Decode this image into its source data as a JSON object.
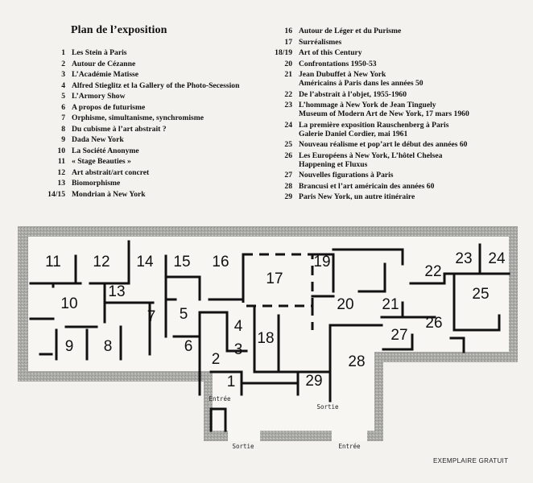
{
  "title": "Plan de l’exposition",
  "legend_left": [
    {
      "num": "1",
      "label": "Les Stein à Paris"
    },
    {
      "num": "2",
      "label": "Autour de Cézanne"
    },
    {
      "num": "3",
      "label": "L’Académie Matisse"
    },
    {
      "num": "4",
      "label": "Alfred Stieglitz et la Gallery of the Photo-Secession"
    },
    {
      "num": "5",
      "label": "L’Armory Show"
    },
    {
      "num": "6",
      "label": "A propos de futurisme"
    },
    {
      "num": "7",
      "label": "Orphisme, simultanisme, synchromisme"
    },
    {
      "num": "8",
      "label": "Du cubisme à l’art abstrait ?"
    },
    {
      "num": "9",
      "label": "Dada New York"
    },
    {
      "num": "10",
      "label": "La Société Anonyme"
    },
    {
      "num": "11",
      "label": "« Stage Beauties »"
    },
    {
      "num": "12",
      "label": "Art abstrait/art concret"
    },
    {
      "num": "13",
      "label": "Biomorphisme"
    },
    {
      "num": "14/15",
      "label": "Mondrian à New York"
    }
  ],
  "legend_right": [
    {
      "num": "16",
      "label": "Autour de Léger et du Purisme"
    },
    {
      "num": "17",
      "label": "Surréalismes"
    },
    {
      "num": "18/19",
      "label": "Art of this Century"
    },
    {
      "num": "20",
      "label": "Confrontations 1950-53"
    },
    {
      "num": "21",
      "label": "Jean Dubuffet à New York",
      "label2": "Américains à Paris dans les années 50"
    },
    {
      "num": "22",
      "label": "De l’abstrait à l’objet, 1955-1960"
    },
    {
      "num": "23",
      "label": "L’hommage à New York de Jean Tinguely",
      "label2": "Museum of Modern Art de New York, 17 mars 1960"
    },
    {
      "num": "24",
      "label": "La première exposition Rauschenberg à Paris",
      "label2": "Galerie Daniel Cordier, mai 1961"
    },
    {
      "num": "25",
      "label": "Nouveau réalisme et pop’art le début des années 60"
    },
    {
      "num": "26",
      "label": "Les Européens à New York, L’hôtel Chelsea",
      "label2": "Happening et Fluxus"
    },
    {
      "num": "27",
      "label": "Nouvelles figurations à Paris"
    },
    {
      "num": "28",
      "label": "Brancusi et l’art américain des années 60"
    },
    {
      "num": "29",
      "label": "Paris New York, un autre itinéraire"
    }
  ],
  "rooms": [
    "1",
    "2",
    "3",
    "4",
    "5",
    "6",
    "7",
    "8",
    "9",
    "10",
    "11",
    "12",
    "13",
    "14",
    "15",
    "16",
    "17",
    "18",
    "19",
    "20",
    "21",
    "22",
    "23",
    "24",
    "25",
    "26",
    "27",
    "28",
    "29"
  ],
  "doors": {
    "entree_inner": "Entrée",
    "sortie_inner": "Sortie",
    "sortie_bottom": "Sortie",
    "entree_bottom": "Entrée"
  },
  "footer": "EXEMPLAIRE GRATUIT"
}
